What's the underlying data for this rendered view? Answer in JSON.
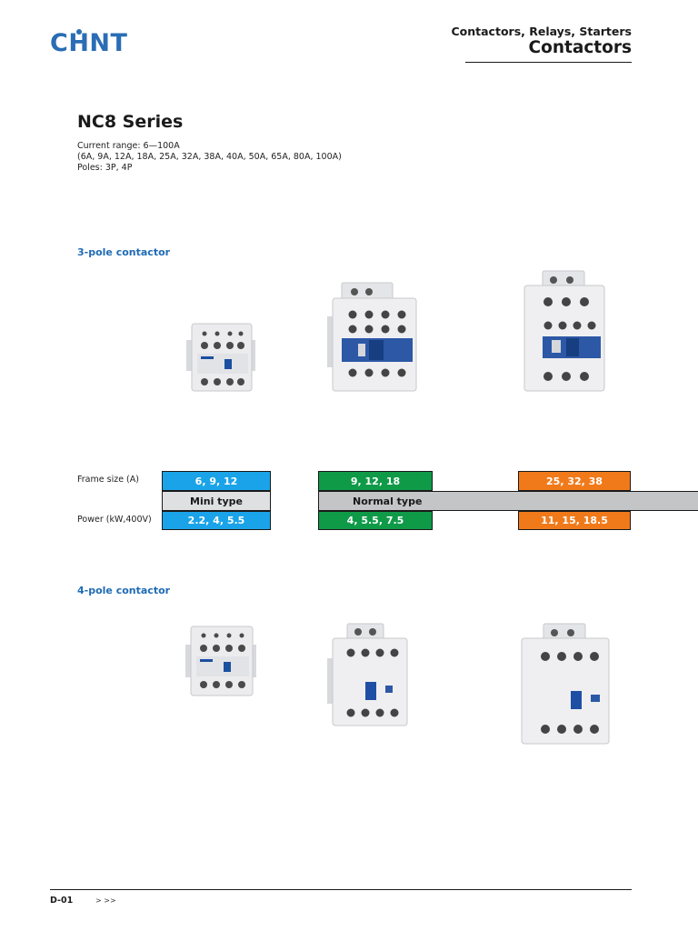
{
  "header": {
    "logo_text": "CHNT",
    "category": "Contactors, Relays, Starters",
    "title": "Contactors"
  },
  "intro": {
    "series_title": "NC8 Series",
    "current_range": "Current range: 6—100A",
    "ratings": "(6A, 9A, 12A, 18A, 25A, 32A, 38A, 40A, 50A, 65A, 80A, 100A)",
    "poles": "Poles: 3P, 4P"
  },
  "three_pole": {
    "heading": "3-pole contactor"
  },
  "table": {
    "frame_label": "Frame size (A)",
    "power_label": "Power (kW,400V)",
    "mini_type": "Mini type",
    "normal_type": "Normal type",
    "columns": [
      {
        "frame": "6, 9, 12",
        "power": "2.2, 4, 5.5",
        "color": "#1aa3e8"
      },
      {
        "frame": "9, 12, 18",
        "power": "4, 5.5, 7.5",
        "color": "#0f9a48"
      },
      {
        "frame": "25, 32, 38",
        "power": "11, 15, 18.5",
        "color": "#f07a1a"
      }
    ]
  },
  "four_pole": {
    "heading": "4-pole contactor"
  },
  "footer": {
    "page_number": "D-01",
    "nav": ">   >>"
  },
  "colors": {
    "brand_blue": "#2a6db5",
    "section_blue": "#1f6bb5"
  }
}
